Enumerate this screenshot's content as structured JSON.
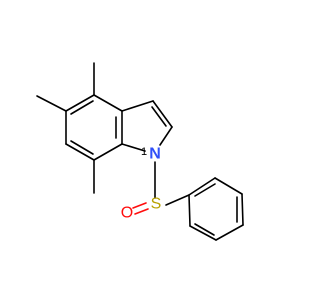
{
  "molecule": {
    "atoms": {
      "nitrogen": "N",
      "nitrogen_locant": "1",
      "sulfur": "S",
      "oxygen": "O"
    },
    "colors": {
      "bond": "#000000",
      "nitrogen": "#3050f8",
      "sulfur": "#b8a100",
      "oxygen": "#ff0d0d"
    }
  }
}
